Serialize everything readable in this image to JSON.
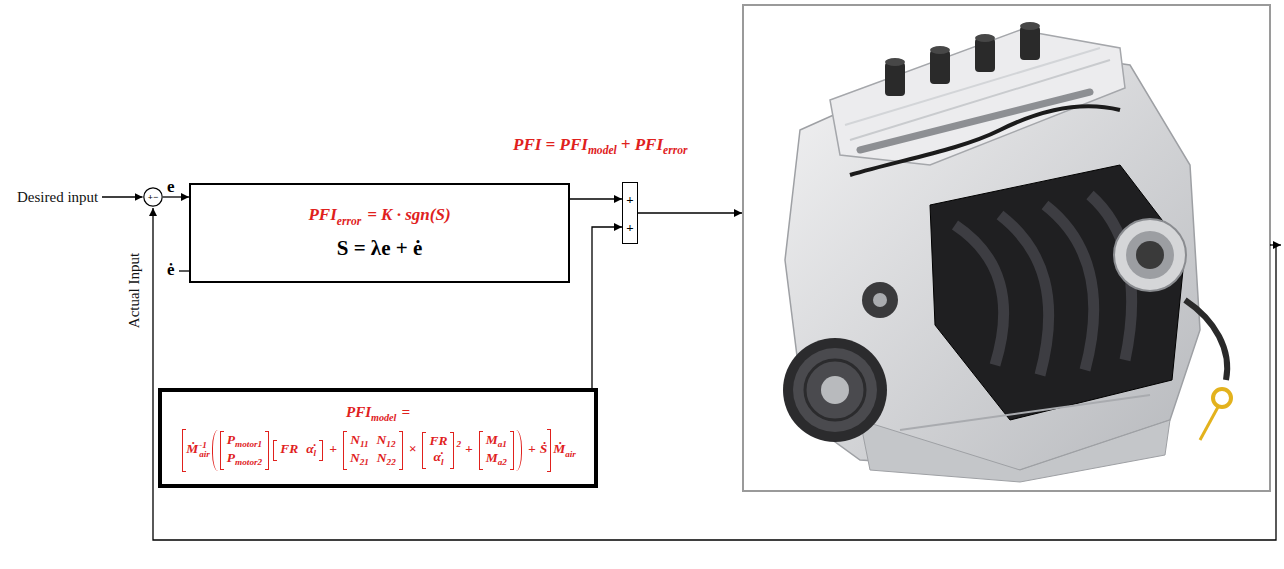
{
  "diagram": {
    "nodes": [
      {
        "text": [
          "+",
          "−"
        ]
      },
      {
        "text": [
          "PFI",
          "error",
          "= K · sgn(S)",
          "S = λe + ė"
        ]
      },
      {
        "text": [
          "+",
          "+"
        ]
      },
      {
        "text": [
          "PFI",
          "model",
          "=",
          "Ṁ",
          "-1",
          "air",
          "P",
          "motor1",
          "P",
          "motor2",
          "FR",
          "α̇",
          "l",
          "+",
          "N",
          "11",
          "N",
          "12",
          "N",
          "21",
          "N",
          "22",
          "×",
          "FR",
          "α̇",
          "l",
          "2",
          "+",
          "M",
          "a1",
          "M",
          "a2",
          "+",
          "Ṡ",
          "Ṁ",
          "air"
        ]
      }
    ],
    "edges": [
      {
        "from": 0,
        "to": 1,
        "arrow": "to"
      },
      {
        "from": 1,
        "to": 2,
        "arrow": "to"
      },
      {
        "from": 3,
        "to": 2,
        "arrow": "to"
      }
    ],
    "labels": [
      "Desired input",
      "Actual Input",
      "e",
      "ė",
      "PFI = PFI",
      "model",
      "+ PFI",
      "error"
    ]
  }
}
